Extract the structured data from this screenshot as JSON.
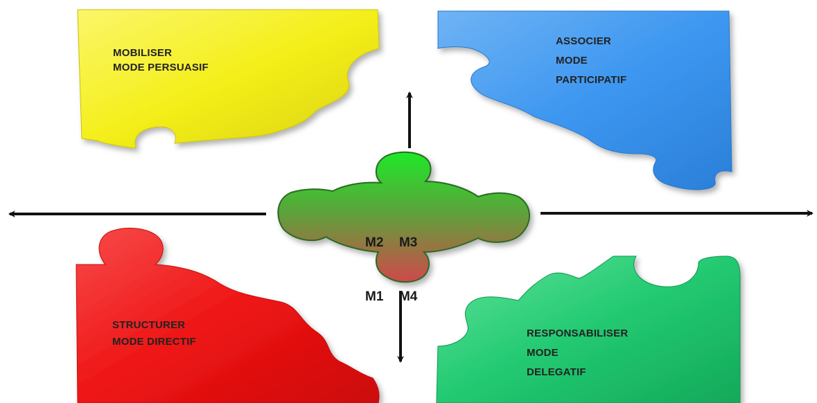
{
  "colors": {
    "yellow": "#f4ef1a",
    "blue": "#3d97f0",
    "red": "#ee1414",
    "green": "#22c971",
    "center_top": "#22e02a",
    "center_bottom": "#c8504a",
    "arrow": "#111111"
  },
  "pieces": {
    "top_left": {
      "line1": "MOBILISER",
      "line2": "MODE PERSUASIF"
    },
    "top_right": {
      "line1": "ASSOCIER",
      "line2": "MODE",
      "line3": "PARTICIPATIF"
    },
    "bottom_left": {
      "line1": "STRUCTURER",
      "line2": "MODE DIRECTIF"
    },
    "bottom_right": {
      "line1": "RESPONSABILISER",
      "line2": "MODE",
      "line3": "DELEGATIF"
    }
  },
  "center": {
    "row1": "M2  M3",
    "row2": "M1  M4"
  },
  "arrows": [
    "up-arrow",
    "down-arrow",
    "left-arrow",
    "right-arrow"
  ]
}
